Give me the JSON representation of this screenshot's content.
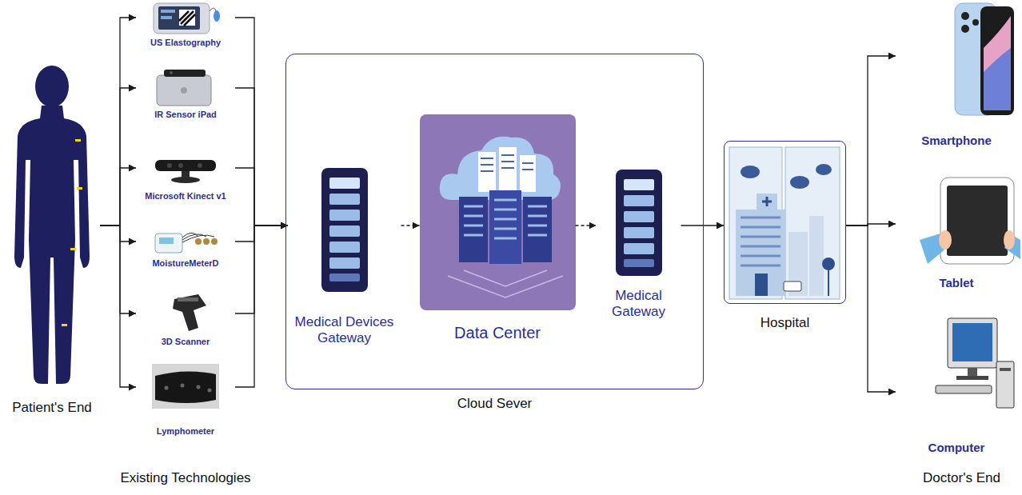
{
  "diagram": {
    "nodes": [
      {
        "text": [
          "Patient's End"
        ]
      },
      {
        "text": [
          "US Elastography"
        ]
      },
      {
        "text": [
          "IR Sensor iPad"
        ]
      },
      {
        "text": [
          "Microsoft Kinect v1"
        ]
      },
      {
        "text": [
          "MoistureMeterD"
        ]
      },
      {
        "text": [
          "3D Scanner"
        ]
      },
      {
        "text": [
          "Lymphometer"
        ]
      },
      {
        "text": [
          "Cloud Sever"
        ]
      },
      {
        "text": [
          "Medical Devices Gateway"
        ],
        "in": 7
      },
      {
        "text": [
          "Data Center"
        ],
        "in": 7
      },
      {
        "text": [
          "Medical Gateway"
        ],
        "in": 7
      },
      {
        "text": [
          "Hospital"
        ]
      },
      {
        "text": [
          "Smartphone"
        ]
      },
      {
        "text": [
          "Tablet"
        ]
      },
      {
        "text": [
          "Computer"
        ]
      }
    ],
    "edges": [
      {
        "from": 0,
        "to": 1,
        "arrow": "to"
      },
      {
        "from": 0,
        "to": 2,
        "arrow": "to"
      },
      {
        "from": 0,
        "to": 3,
        "arrow": "to"
      },
      {
        "from": 0,
        "to": 4,
        "arrow": "to"
      },
      {
        "from": 0,
        "to": 5,
        "arrow": "to"
      },
      {
        "from": 0,
        "to": 6,
        "arrow": "to"
      },
      {
        "from": 1,
        "to": 8,
        "arrow": "to"
      },
      {
        "from": 2,
        "to": 8,
        "arrow": "to"
      },
      {
        "from": 3,
        "to": 8,
        "arrow": "to"
      },
      {
        "from": 4,
        "to": 8,
        "arrow": "to"
      },
      {
        "from": 5,
        "to": 8,
        "arrow": "to"
      },
      {
        "from": 6,
        "to": 8,
        "arrow": "to"
      },
      {
        "from": 8,
        "to": 9,
        "arrow": "to"
      },
      {
        "from": 9,
        "to": 10,
        "arrow": "to"
      },
      {
        "from": 10,
        "to": 11,
        "arrow": "to"
      },
      {
        "from": 11,
        "to": 12,
        "arrow": "to"
      },
      {
        "from": 11,
        "to": 13,
        "arrow": "to"
      },
      {
        "from": 11,
        "to": 14,
        "arrow": "to"
      }
    ],
    "labels": [
      "Existing Technologies",
      "Doctor's End"
    ]
  }
}
